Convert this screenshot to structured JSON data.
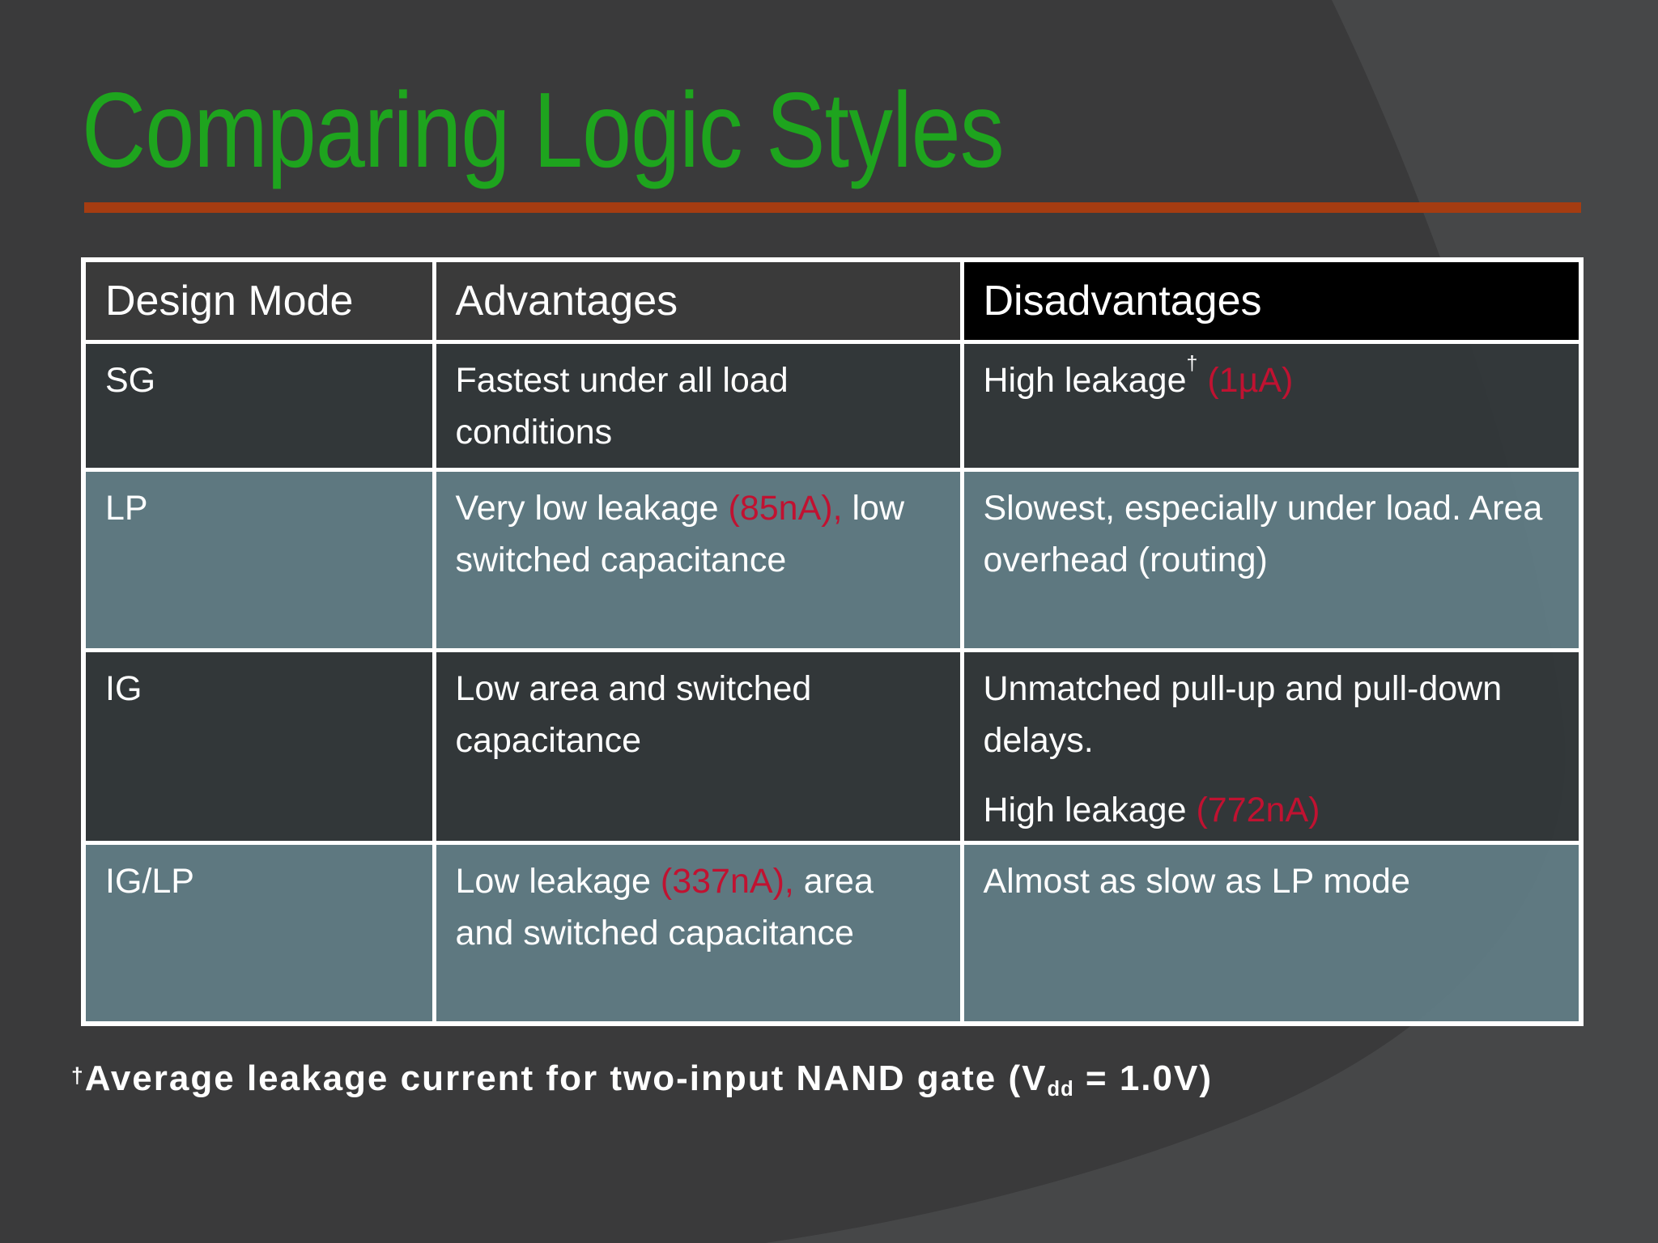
{
  "slide": {
    "title": "Comparing Logic Styles",
    "colors": {
      "background": "#3a3a3b",
      "swoosh_light_gray": "#464748",
      "title_green": "#1ea41e",
      "rule_orange": "#a53c11",
      "accent_red": "#c01231",
      "teal_row": "#617d85",
      "dark_row": "#333739",
      "header_black": "#000000",
      "border_white": "#ffffff"
    },
    "table": {
      "headers": [
        "Design Mode",
        "Advantages",
        "Disadvantages"
      ],
      "rows": [
        {
          "mode": "SG",
          "adv": {
            "p1a": "Fastest under all load conditions"
          },
          "dis": {
            "p1a": "High leakage",
            "p1sup": "†",
            "p1red": " (1µA)"
          }
        },
        {
          "mode": "LP",
          "adv": {
            "p1a": "Very low leakage ",
            "p1red": "(85nA),",
            "p1b": " low switched capacitance"
          },
          "dis": {
            "p1a": "Slowest, especially under load. Area overhead (routing)"
          }
        },
        {
          "mode": "IG",
          "adv": {
            "p1a": "Low area and switched capacitance"
          },
          "dis": {
            "p1a": "Unmatched pull-up and pull-down delays.",
            "p2a": "High leakage ",
            "p2red": "(772nA)"
          }
        },
        {
          "mode": "IG/LP",
          "adv": {
            "p1a": "Low leakage ",
            "p1red": "(337nA),",
            "p1b": " area and switched capacitance"
          },
          "dis": {
            "p1a": "Almost as slow as LP mode"
          }
        }
      ]
    },
    "footnote": {
      "dagger": "†",
      "part1": "Average leakage current for two-input NAND gate (V",
      "sub": "dd",
      "part2": " = 1.0V)"
    }
  }
}
